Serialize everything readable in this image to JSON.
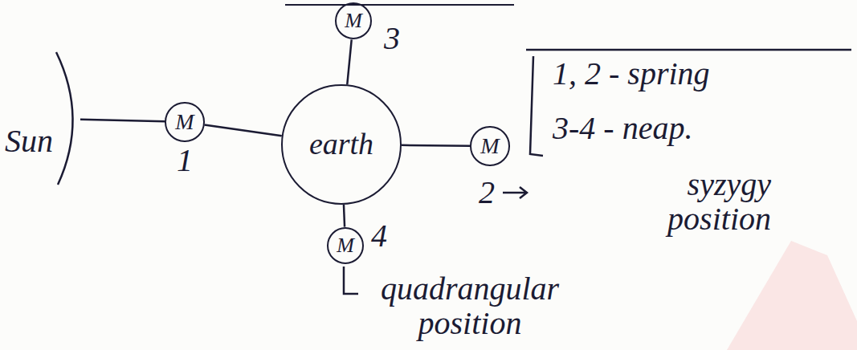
{
  "diagram": {
    "nodes": [
      {
        "text": [
          "Sun"
        ]
      },
      {
        "text": [
          "M"
        ]
      },
      {
        "text": [
          "earth"
        ]
      },
      {
        "text": [
          "M"
        ]
      },
      {
        "text": [
          "M"
        ]
      },
      {
        "text": [
          "M"
        ]
      }
    ],
    "edges": [
      {
        "from": 0,
        "to": 1,
        "arrow": "none"
      },
      {
        "from": 1,
        "to": 2,
        "arrow": "none"
      },
      {
        "from": 2,
        "to": 3,
        "arrow": "none"
      },
      {
        "from": 4,
        "to": 2,
        "arrow": "none"
      },
      {
        "from": 2,
        "to": 5,
        "arrow": "none"
      }
    ],
    "labels": [
      "3",
      "1, 2 - spring",
      "3-4 - neap.",
      "1",
      "4",
      "2",
      "syzygy position",
      "quadrangular position"
    ]
  }
}
